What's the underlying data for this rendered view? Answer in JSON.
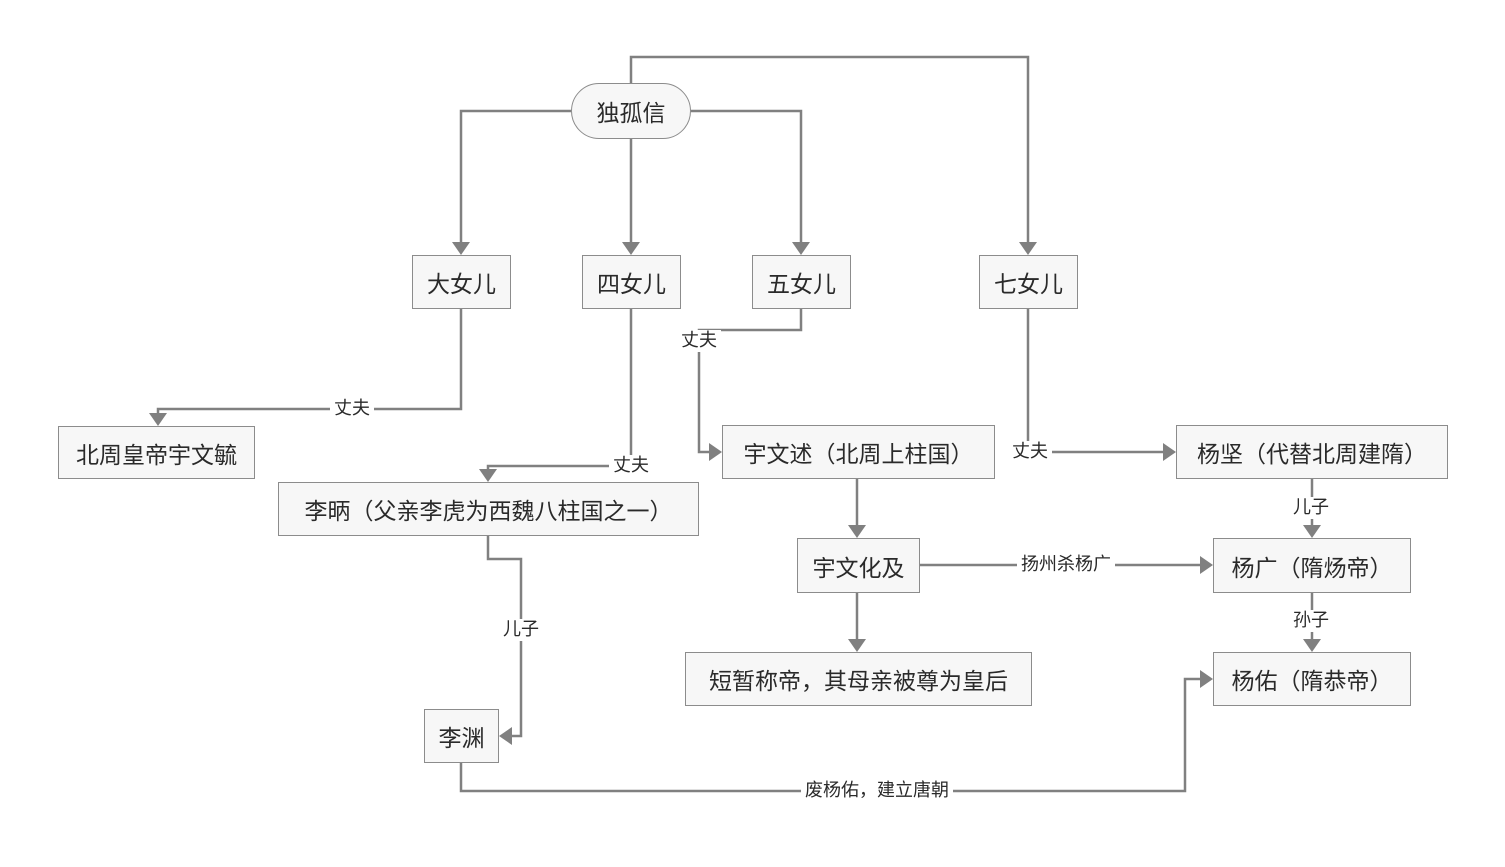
{
  "nodes": {
    "dugu_xin": "独孤信",
    "daughter_1": "大女儿",
    "daughter_4": "四女儿",
    "daughter_5": "五女儿",
    "daughter_7": "七女儿",
    "yuwen_yu": "北周皇帝宇文毓",
    "li_bing": "李昞（父亲李虎为西魏八柱国之一）",
    "yuwen_shu": "宇文述（北周上柱国）",
    "yang_jian": "杨坚（代替北周建隋）",
    "yuwen_huaji": "宇文化及",
    "yang_guang": "杨广（隋炀帝）",
    "short_emperor": "短暂称帝，其母亲被尊为皇后",
    "yang_you": "杨佑（隋恭帝）",
    "li_yuan": "李渊"
  },
  "edge_labels": {
    "husband_1": "丈夫",
    "husband_4": "丈夫",
    "husband_5": "丈夫",
    "husband_7": "丈夫",
    "son_li": "儿子",
    "son_yang": "儿子",
    "grandson": "孙子",
    "yangzhou_kill": "扬州杀杨广",
    "depose": "废杨佑，建立唐朝"
  },
  "colors": {
    "line": "#808080",
    "node_fill": "#f7f7f7",
    "node_border": "#8c8c8c"
  }
}
